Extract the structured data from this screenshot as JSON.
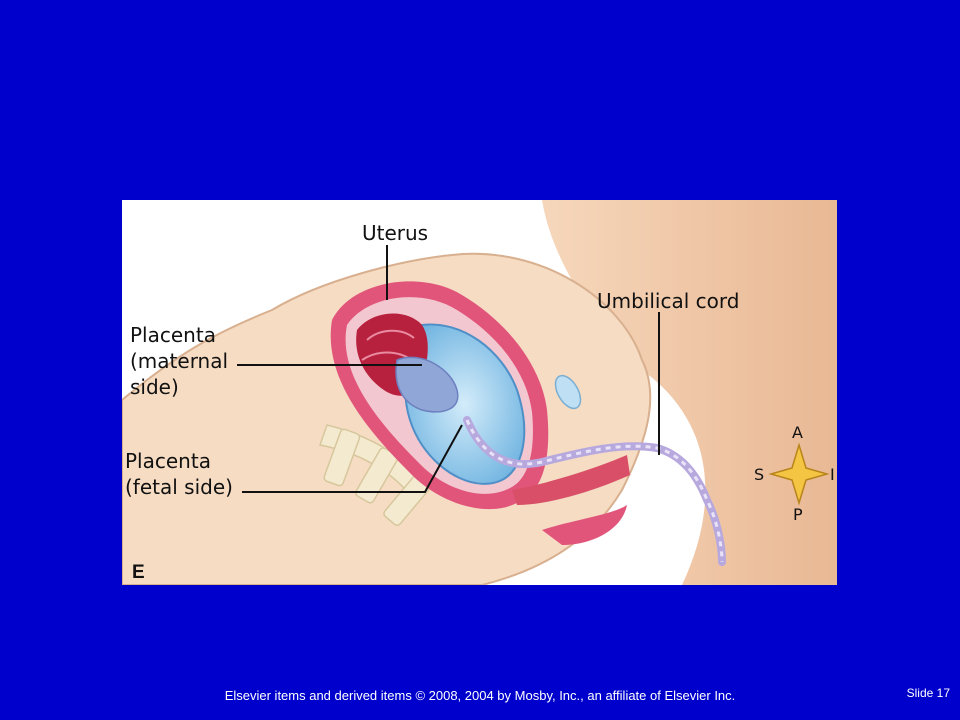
{
  "figure": {
    "labels": {
      "uterus": "Uterus",
      "umbilical_cord": "Umbilical cord",
      "placenta_maternal": [
        "Placenta",
        "(maternal",
        "side)"
      ],
      "placenta_fetal": [
        "Placenta",
        "(fetal side)"
      ]
    },
    "compass": {
      "top": "A",
      "bottom": "P",
      "left": "S",
      "right": "I"
    },
    "panel_letter": "E"
  },
  "footer": {
    "copyright": "Elsevier items and derived items © 2008, 2004 by Mosby, Inc., an affiliate of Elsevier Inc.",
    "slide": "Slide 17"
  },
  "colors": {
    "background": "#0000cc",
    "uterus_wall": "#e2557a",
    "amniotic_fluid": "#8fc7ea",
    "placenta": "#b8213e",
    "skin": "#f2c9a6"
  }
}
